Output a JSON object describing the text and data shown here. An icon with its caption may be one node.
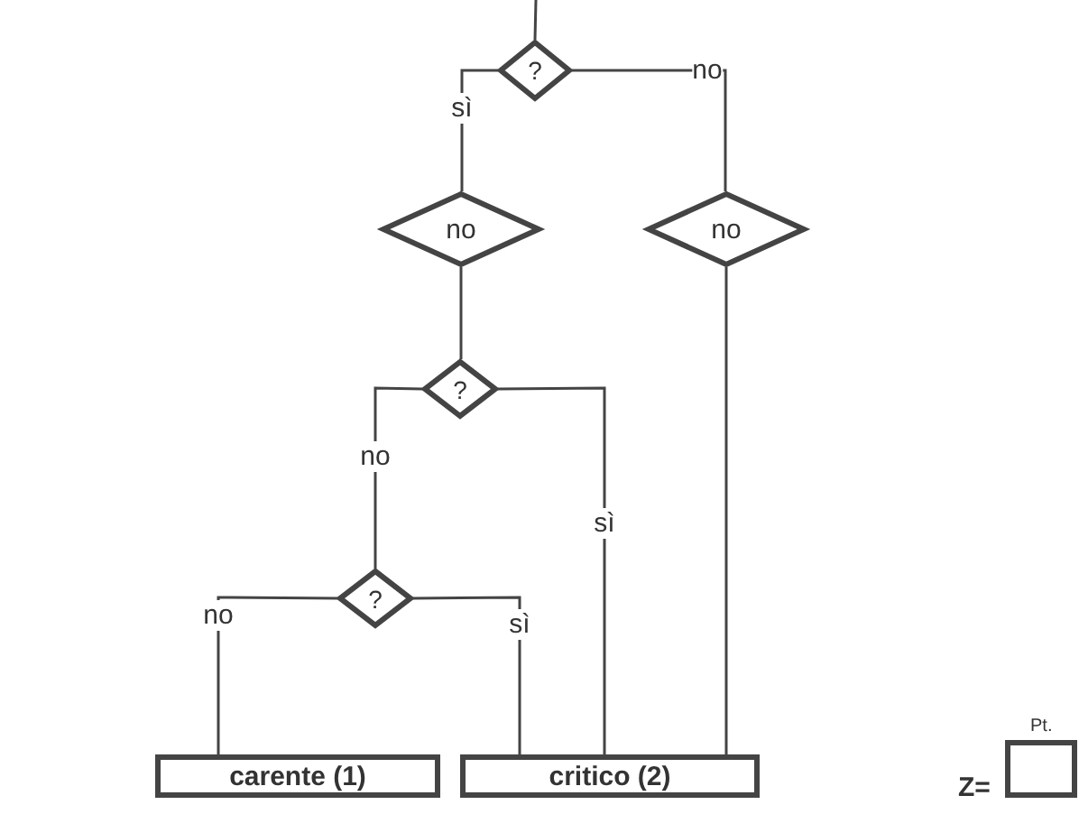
{
  "diagram": {
    "nodes": [
      {
        "text": [
          "?"
        ]
      },
      {
        "text": [
          "no"
        ]
      },
      {
        "text": [
          "no"
        ]
      },
      {
        "text": [
          "?"
        ]
      },
      {
        "text": [
          "?"
        ]
      },
      {
        "text": [
          "carente (1)"
        ]
      },
      {
        "text": [
          "critico (2)"
        ]
      },
      {
        "text": [],
        "shape": "box",
        "beside": [
          "Pt.",
          "Z="
        ]
      }
    ],
    "edges": [
      {
        "from": null,
        "to": 0,
        "arrow": "none"
      },
      {
        "from": 0,
        "to": 1,
        "arrow": "none",
        "label": "sì"
      },
      {
        "from": 0,
        "to": 2,
        "arrow": "none",
        "label": "no"
      },
      {
        "from": 1,
        "to": 3,
        "arrow": "none"
      },
      {
        "from": 2,
        "to": 6,
        "arrow": "none"
      },
      {
        "from": 3,
        "to": 4,
        "arrow": "none",
        "label": "no"
      },
      {
        "from": 3,
        "to": 6,
        "arrow": "none",
        "label": "sì"
      },
      {
        "from": 4,
        "to": 5,
        "arrow": "none",
        "label": "no"
      },
      {
        "from": 4,
        "to": 6,
        "arrow": "none",
        "label": "sì"
      }
    ]
  }
}
